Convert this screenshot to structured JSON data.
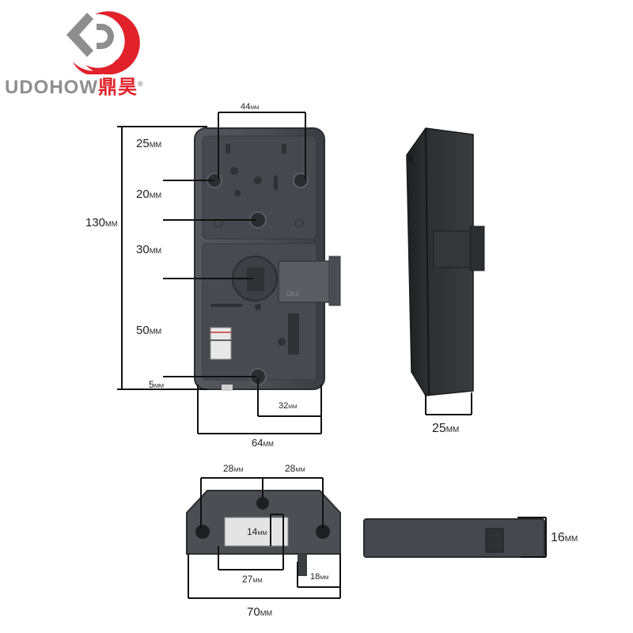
{
  "brand": {
    "name_latin": "UDOHOW",
    "name_cn": "鼎昊",
    "registered_mark": "®",
    "colors": {
      "accent_red": "#e1222a",
      "accent_gray": "#8e8e8e"
    }
  },
  "lock": {
    "body_color": "#3f4246",
    "edge_color": "#2b2d30",
    "label_plate_text": "CKJ"
  },
  "dimensions": {
    "front_view": {
      "top_gap": {
        "value": "25",
        "unit": "MM"
      },
      "hole_spacing_a": {
        "value": "20",
        "unit": "MM"
      },
      "hole_spacing_b": {
        "value": "30",
        "unit": "MM"
      },
      "hole_spacing_c": {
        "value": "50",
        "unit": "MM"
      },
      "bottom_gap": {
        "value": "5",
        "unit": "MM"
      },
      "total_height": {
        "value": "130",
        "unit": "MM"
      },
      "top_width": {
        "value": "44",
        "unit": "MM"
      },
      "bottom_offset": {
        "value": "32",
        "unit": "MM"
      },
      "total_width": {
        "value": "64",
        "unit": "MM"
      }
    },
    "side_view": {
      "depth": {
        "value": "25",
        "unit": "MM"
      }
    },
    "strike_plate": {
      "left_spacing": {
        "value": "28",
        "unit": "MM"
      },
      "right_spacing": {
        "value": "28",
        "unit": "MM"
      },
      "slot_height": {
        "value": "14",
        "unit": "MM"
      },
      "slot_width": {
        "value": "27",
        "unit": "MM"
      },
      "tongue_width": {
        "value": "18",
        "unit": "MM"
      },
      "total_width": {
        "value": "70",
        "unit": "MM"
      }
    },
    "strike_side": {
      "height": {
        "value": "16",
        "unit": "MM"
      }
    }
  }
}
